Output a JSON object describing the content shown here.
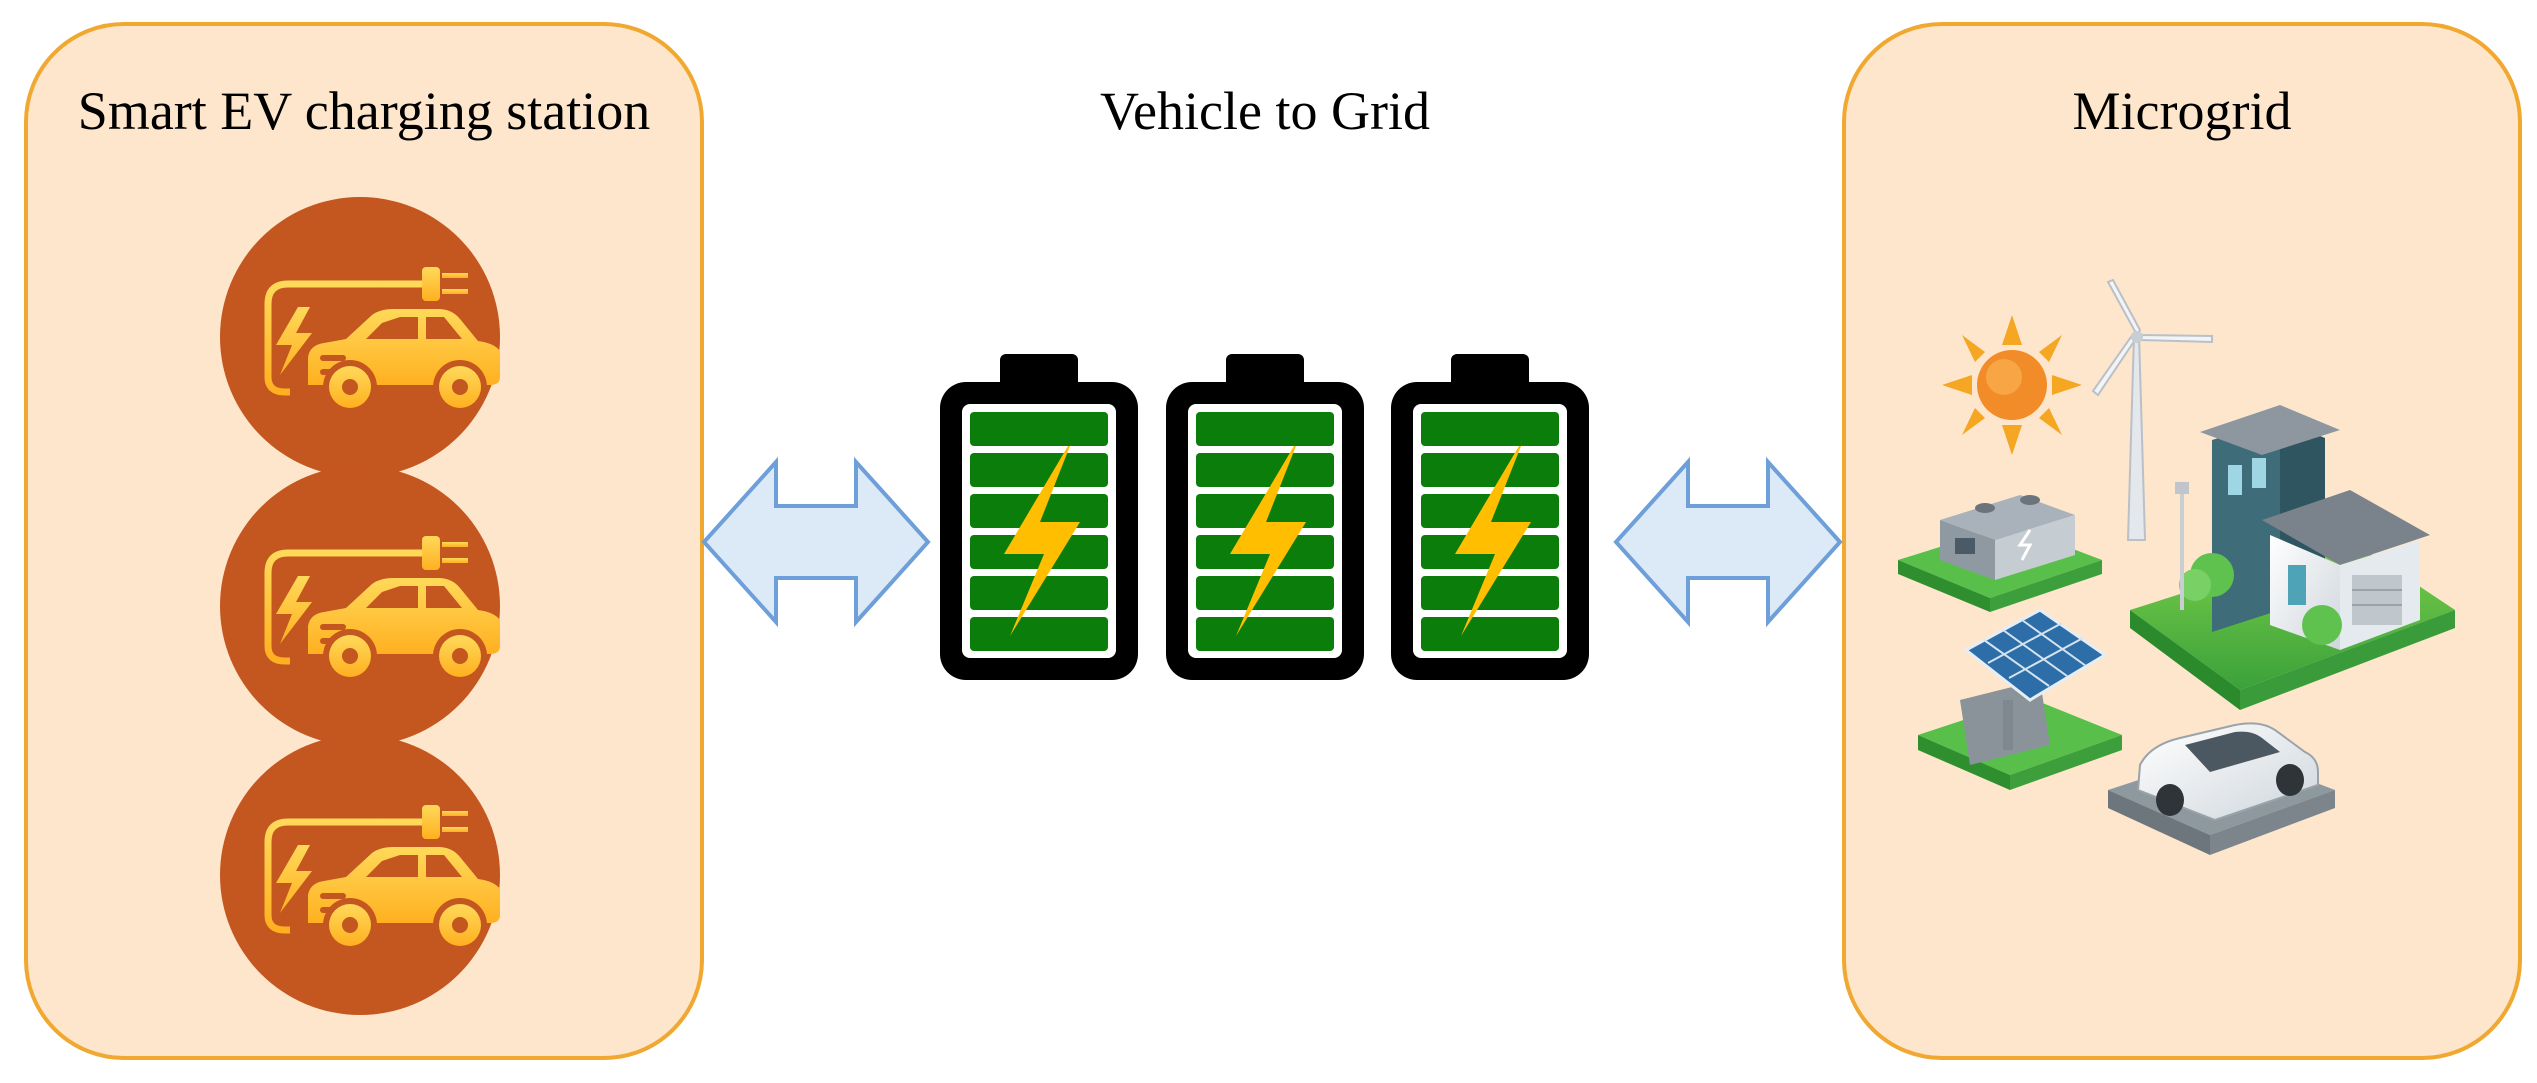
{
  "left_panel": {
    "title": "Smart EV charging station",
    "icon": "ev-charging-car-icon",
    "count": 3
  },
  "center": {
    "title": "Vehicle to Grid",
    "icon": "charged-battery-icon",
    "count": 3
  },
  "right_panel": {
    "title": "Microgrid",
    "icon": "microgrid-illustration"
  },
  "colors": {
    "panel_fill": "#fde6cc",
    "panel_border": "#f0a830",
    "ev_circle": "#c4561f",
    "ev_icon": "#ffc93c",
    "battery_body": "#000000",
    "battery_cell": "#0a7d0a",
    "bolt": "#ffbf00",
    "arrow_fill": "#dce9f7",
    "arrow_stroke": "#6f9fd8"
  }
}
